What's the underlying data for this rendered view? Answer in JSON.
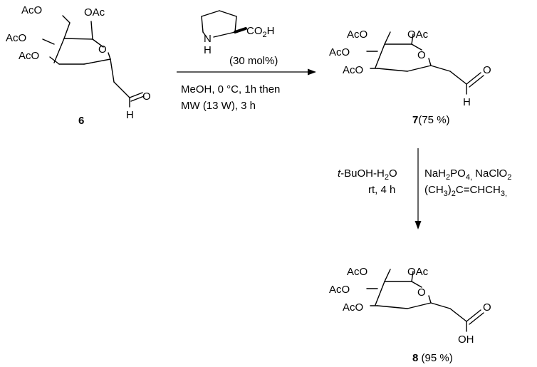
{
  "molecules": {
    "m6": {
      "sub": {
        "oac_top": "OAc",
        "aco_c6": "AcO",
        "aco_c4": "AcO",
        "aco_c3": "AcO",
        "ring_o": "O",
        "ald_o": "O",
        "ald_h": "H"
      },
      "label": "6"
    },
    "m7": {
      "sub": {
        "oac_top": "OAc",
        "aco_c6": "AcO",
        "aco_c4": "AcO",
        "aco_c3": "AcO",
        "ring_o": "O",
        "ald_o": "O",
        "ald_h": "H"
      },
      "label": "7",
      "yield": "(75 %)"
    },
    "m8": {
      "sub": {
        "oac_top": "OAc",
        "aco_c6": "AcO",
        "aco_c4": "AcO",
        "aco_c3": "AcO",
        "ring_o": "O",
        "acid_o": "O",
        "acid_oh": "OH"
      },
      "label": "8",
      "yield": " (95 %)"
    }
  },
  "step1": {
    "catalyst": {
      "nh": "N",
      "h": "H",
      "co2h": "CO",
      "co2h_sub": "2",
      "co2h_tail": "H"
    },
    "loading": "(30 mol%)",
    "conditions_line1": "MeOH, 0 °C, 1h then",
    "conditions_line2": "MW  (13 W), 3 h"
  },
  "step2": {
    "left_line1_italic": "t",
    "left_line1_rest": "-BuOH-H",
    "left_line1_sub": "2",
    "left_line1_tail": "O",
    "left_line2": "rt, 4 h",
    "right_line1_a": "NaH",
    "right_line1_sub1": "2",
    "right_line1_b": "PO",
    "right_line1_sub2": "4,",
    "right_line1_c": " NaClO",
    "right_line1_sub3": "2",
    "right_line2_a": "(CH",
    "right_line2_sub1": "3",
    "right_line2_b": ")",
    "right_line2_sub2": "2",
    "right_line2_c": "C=CHCH",
    "right_line2_sub3": "3,"
  }
}
